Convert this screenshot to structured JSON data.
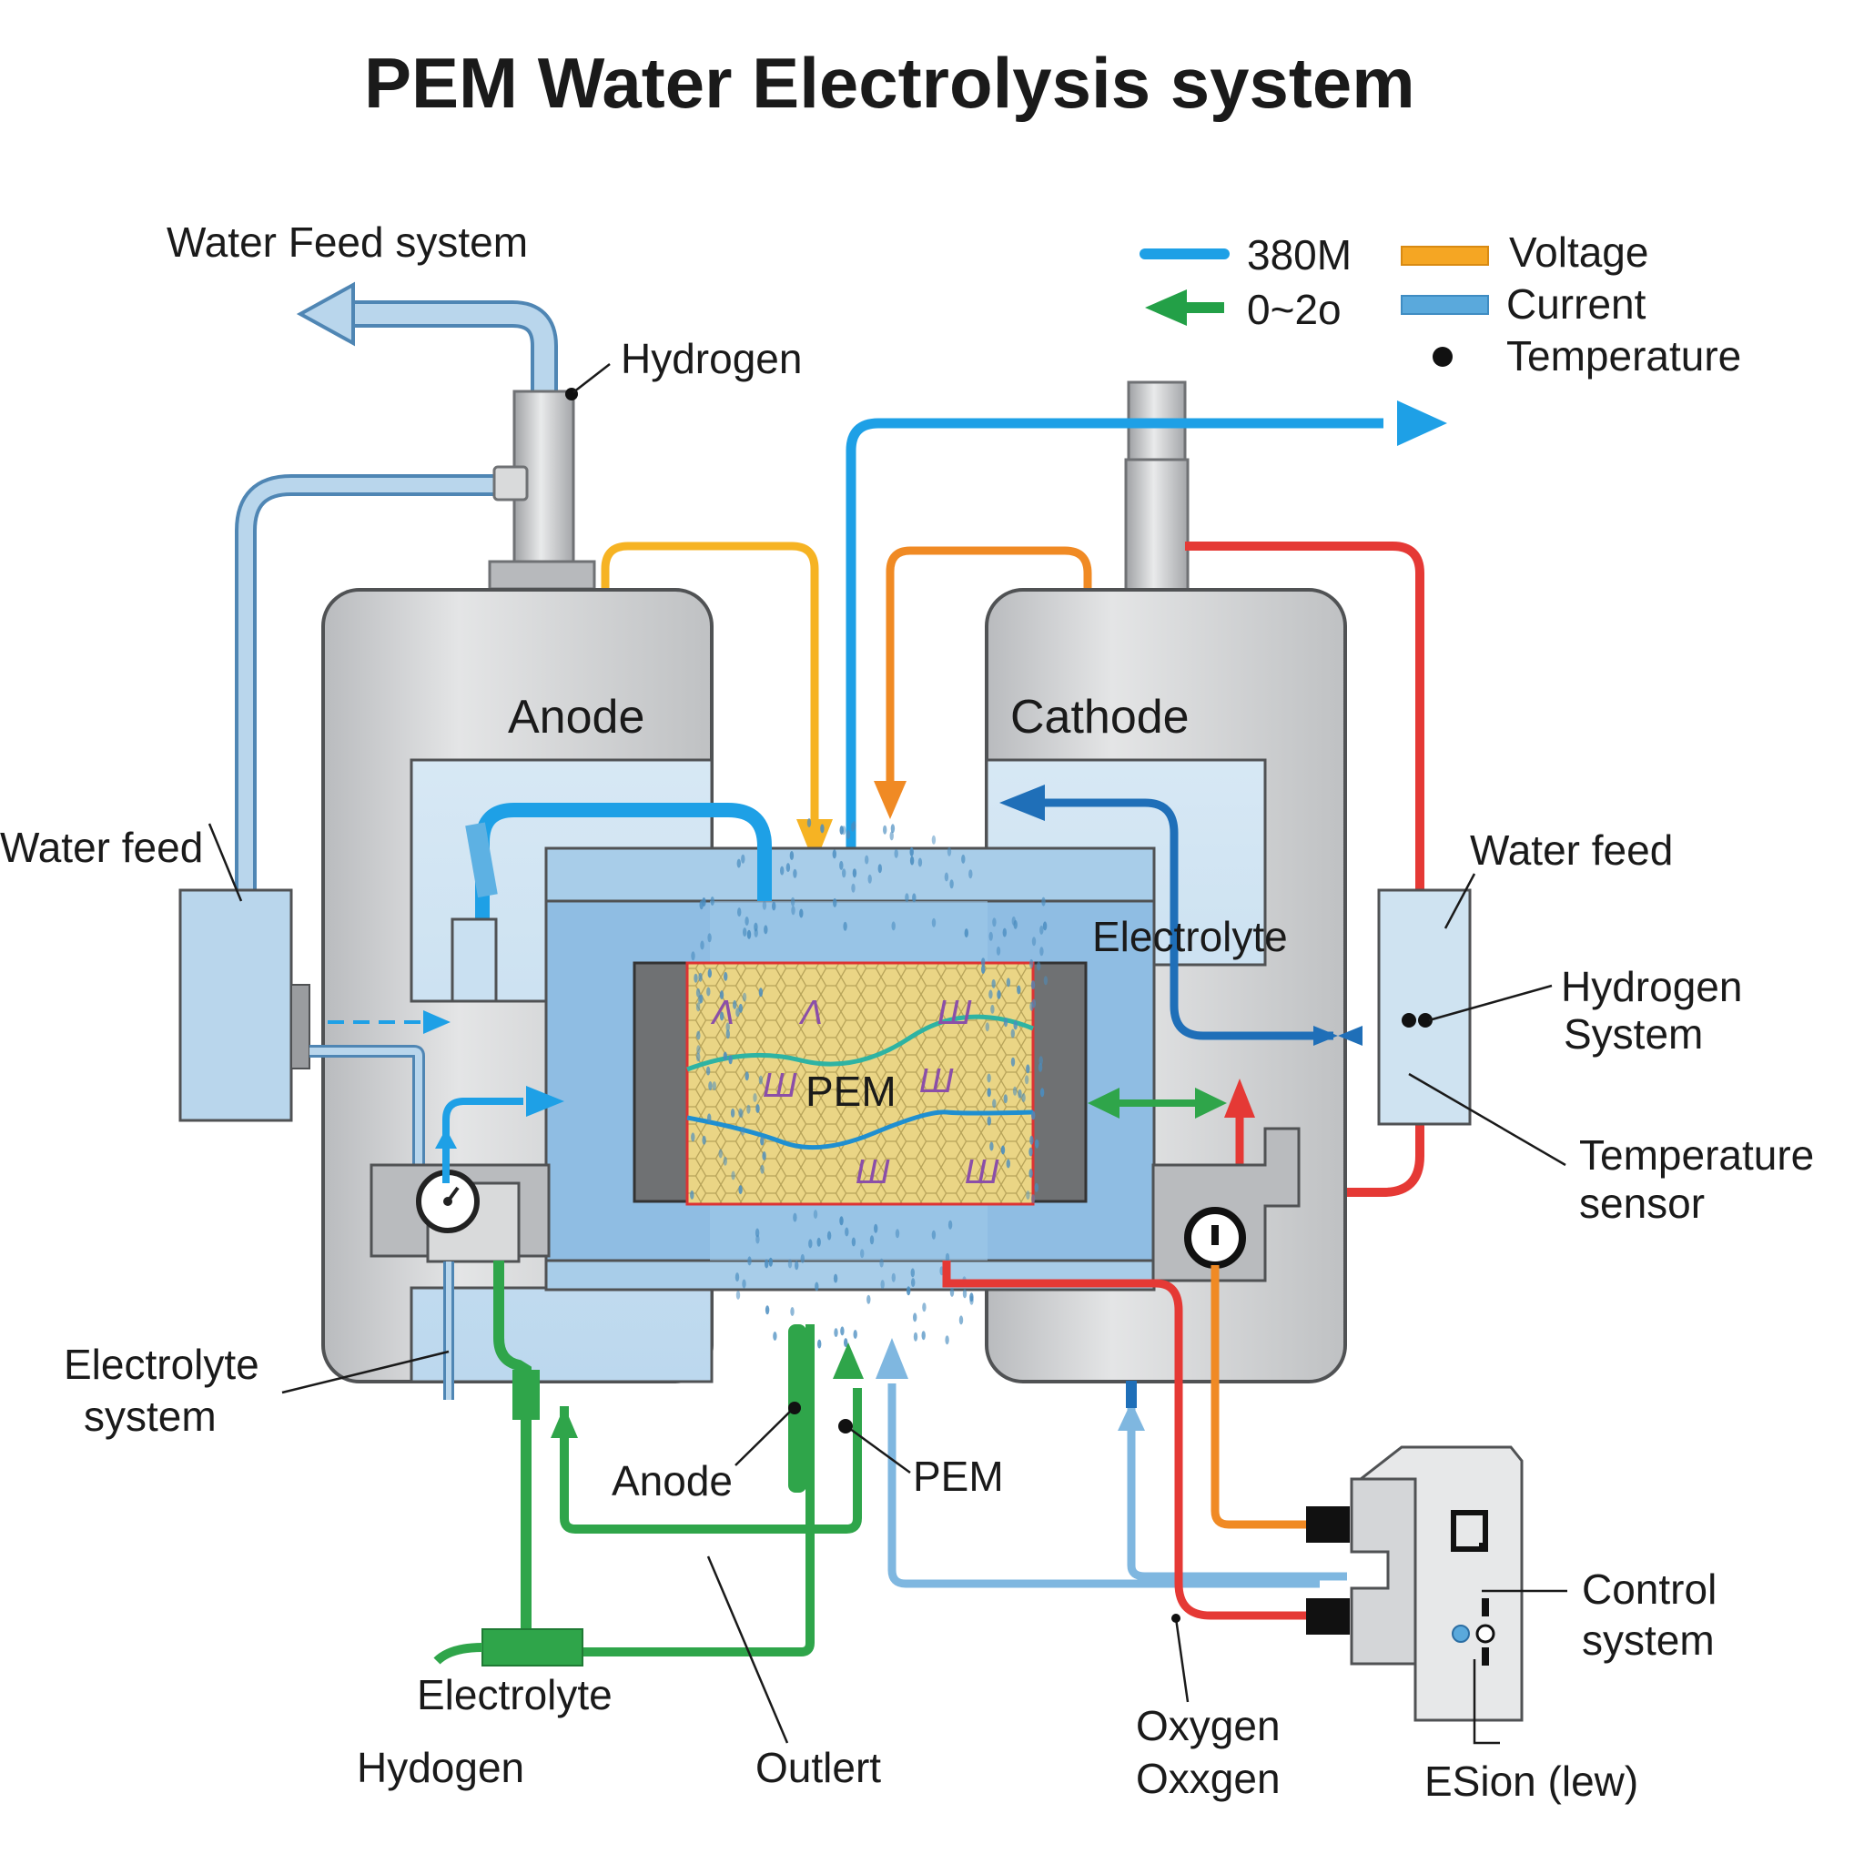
{
  "title": "PEM Water Electrolysis system",
  "legend": {
    "items": [
      {
        "label": "380M",
        "swatch": "blue-line",
        "color": "#1ea0e6"
      },
      {
        "label": "0~2o",
        "swatch": "green-arrow",
        "color": "#23a047"
      },
      {
        "label": "Voltage",
        "swatch": "orange-bar",
        "color": "#f5a623"
      },
      {
        "label": "Current",
        "swatch": "blue-bar",
        "color": "#5aa9dc"
      },
      {
        "label": "Temperature",
        "swatch": "black-dot",
        "color": "#111111"
      }
    ]
  },
  "labels": {
    "water_feed_system": "Water Feed system",
    "hydrogen_top": "Hydrogen",
    "anode_tank": "Anode",
    "cathode_tank": "Cathode",
    "water_feed_left": "Water feed",
    "water_feed_right": "Water feed",
    "electrolyte_center": "Electrolyte",
    "pem_center": "PEM",
    "hydrogen_system_1": "Hydrogen",
    "hydrogen_system_2": "System",
    "temperature_sensor_1": "Temperature",
    "temperature_sensor_2": "sensor",
    "electrolyte_system_1": "Electrolyte",
    "electrolyte_system_2": "system",
    "anode_bottom": "Anode",
    "pem_bottom": "PEM",
    "electrolyte_bottom": "Electrolyte",
    "hydogen_bottom": "Hydogen",
    "outlert_bottom": "Outlert",
    "oxygen_1": "Oxygen",
    "oxygen_2": "Oxxgen",
    "control_system_1": "Control",
    "control_system_2": "system",
    "esion_label": "ESion (lew)"
  },
  "colors": {
    "tank": "#c9cbcd",
    "tank_dark": "#9b9da0",
    "water_light": "#cfe3f1",
    "water_mid": "#9cc7e6",
    "membrane_yellow": "#ecd98c",
    "pipe_blue": "#1ea0e6",
    "pipe_lightblue": "#7fb7e0",
    "pipe_green": "#2fa54a",
    "pipe_red": "#e53935",
    "pipe_orange": "#f08a24",
    "pipe_yellow": "#f6b323",
    "ion_purple": "#8b4fa8"
  }
}
